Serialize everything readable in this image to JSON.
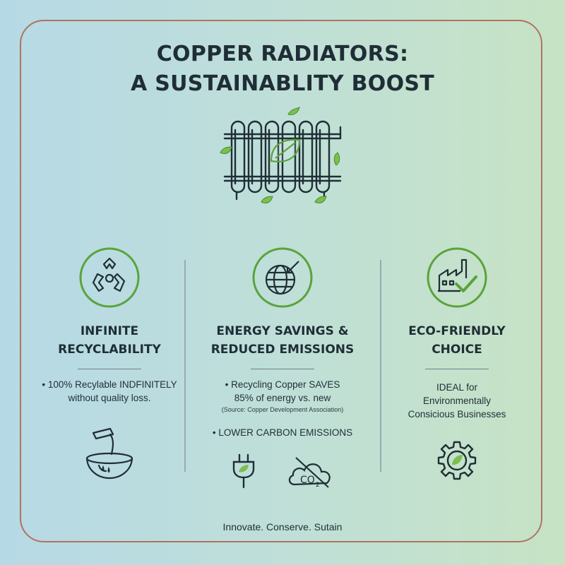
{
  "title": {
    "line1": "COPPER RADIATORS:",
    "line2": "A SUSTAINABLITY BOOST"
  },
  "columns": [
    {
      "heading_line1": "INFINITE",
      "heading_line2": "RECYCLABILITY",
      "bullet_line1": "• 100% Recylable INDFINITELY",
      "bullet_line2": "without quality loss."
    },
    {
      "heading_line1": "ENERGY SAVINGS &",
      "heading_line2": "REDUCED EMISSIONS",
      "bullet1_line1": "• Recycling Copper SAVES",
      "bullet1_line2": "85% of energy vs. new",
      "source": "(Source: Copper Development Association)",
      "bullet2": "• LOWER CARBON EMISSIONS",
      "co2_label": "CO",
      "co2_sub": "2"
    },
    {
      "heading_line1": "ECO-FRIENDLY",
      "heading_line2": "CHOICE",
      "text_line1": "IDEAL for",
      "text_line2": "Environmentally",
      "text_line3": "Consicious Businesses"
    }
  ],
  "footer": "Innovate. Conserve. Sutain",
  "colors": {
    "green": "#5aa33c",
    "dark": "#1f2e36",
    "frame": "#b0735e"
  }
}
